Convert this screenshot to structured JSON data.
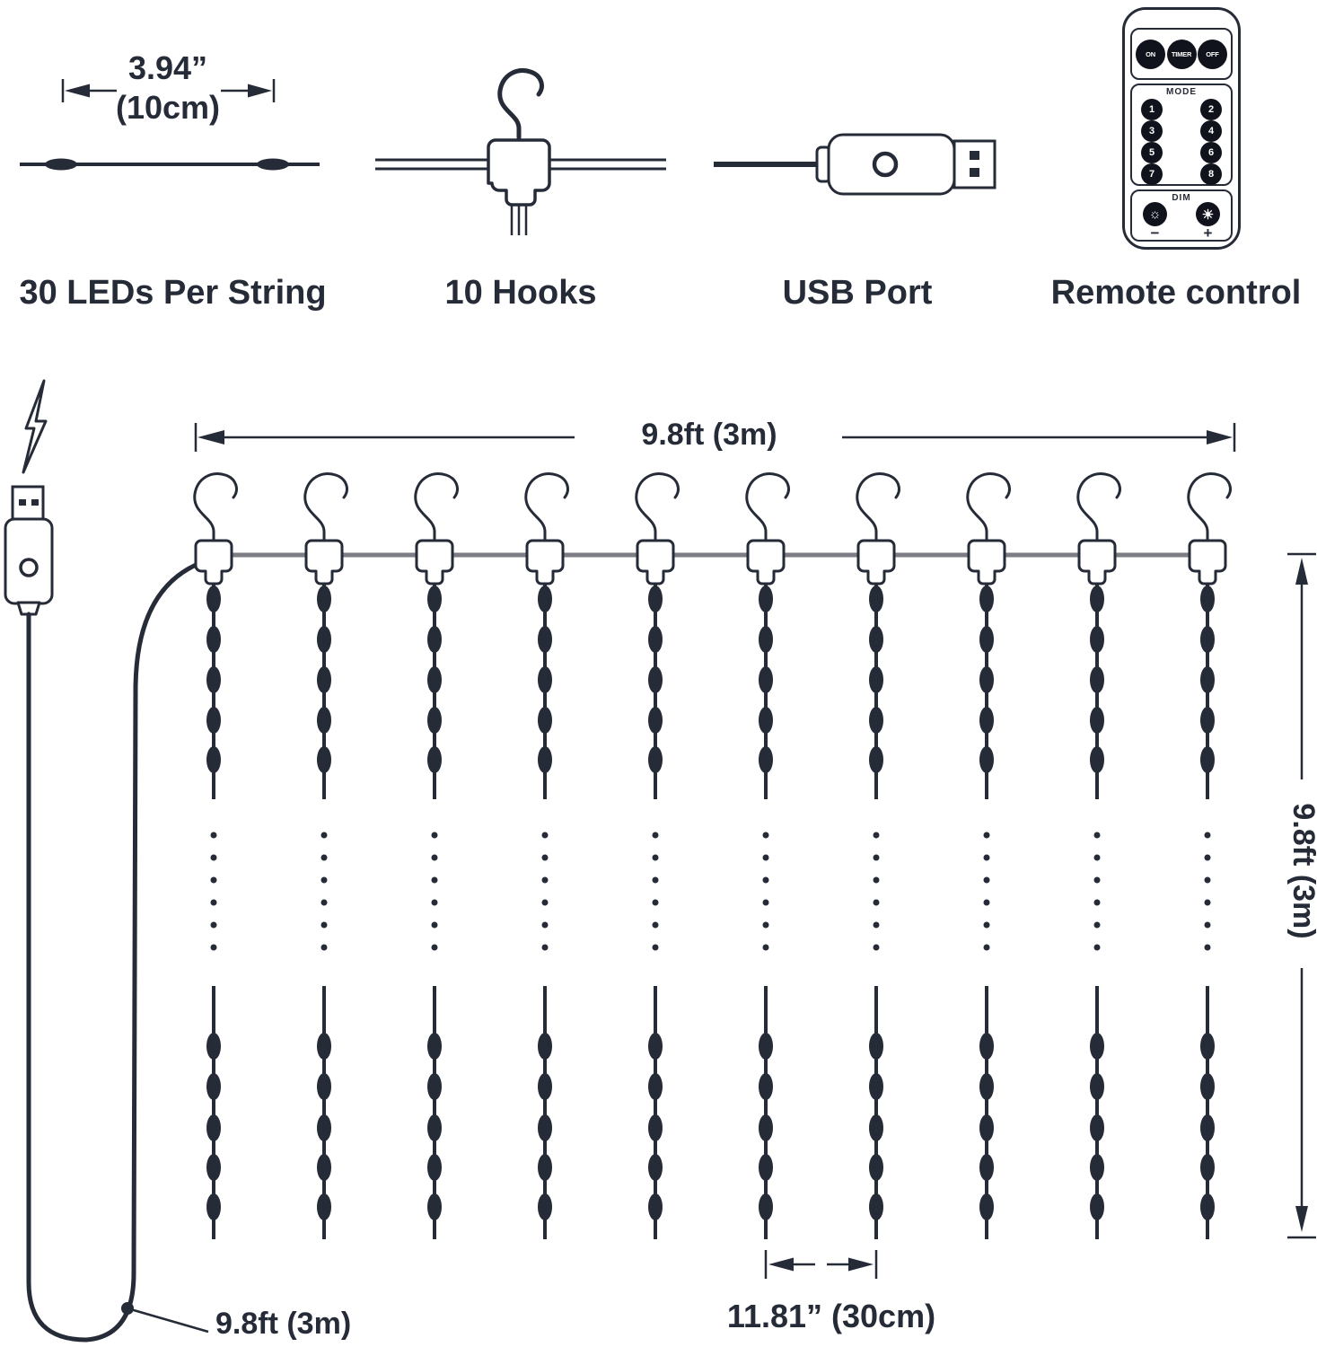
{
  "features": [
    {
      "label": "30 LEDs Per String",
      "dimension_value": "3.94”",
      "dimension_metric": "(10cm)"
    },
    {
      "label": "10 Hooks"
    },
    {
      "label": "USB Port"
    },
    {
      "label": "Remote control"
    }
  ],
  "remote": {
    "power_buttons": [
      "ON",
      "TIMER",
      "OFF"
    ],
    "mode_label": "MODE",
    "mode_buttons": [
      "1",
      "2",
      "3",
      "4",
      "5",
      "6",
      "7",
      "8"
    ],
    "dim_label": "DIM",
    "dim_low_icon": "☼",
    "dim_high_icon": "☀",
    "dim_minus": "−",
    "dim_plus": "+"
  },
  "diagram": {
    "width_label": "9.8ft (3m)",
    "height_label": "9.8ft (3m)",
    "lead_cable_label": "9.8ft (3m)",
    "string_spacing_label": "11.81” (30cm)",
    "strings_count": 10,
    "hooks_count": 10,
    "leds_per_string": 30
  },
  "colors": {
    "ink": "#262b38",
    "wire": "#7d7d85"
  }
}
